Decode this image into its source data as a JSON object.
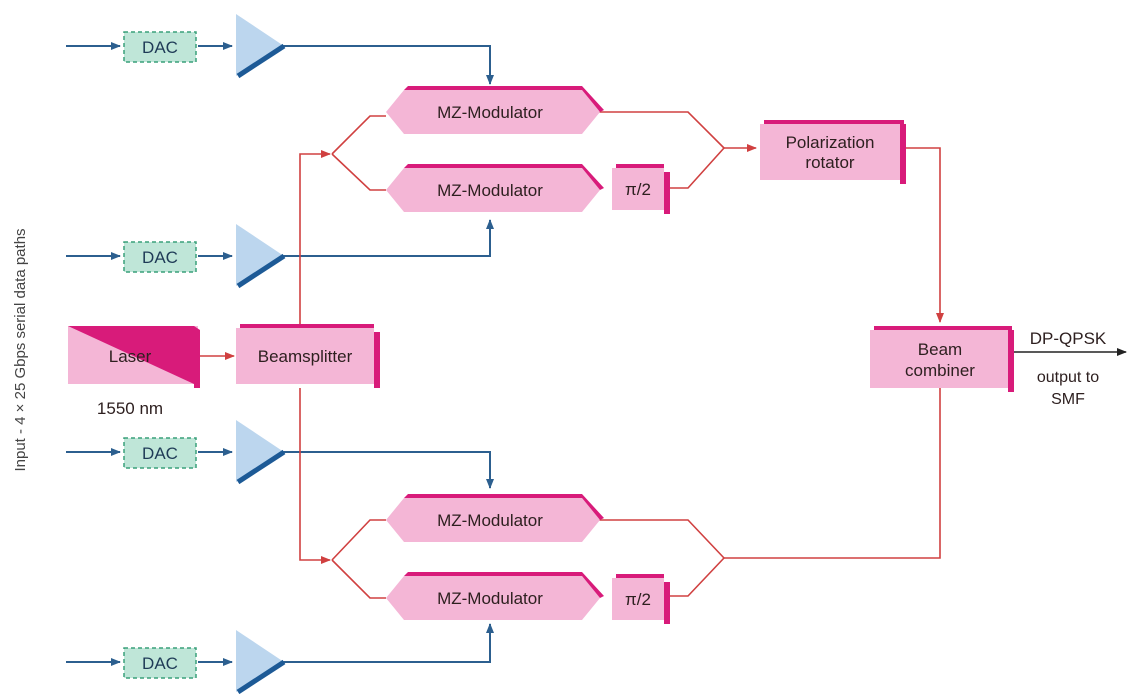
{
  "diagram": {
    "side_label": "Input - 4 × 25 Gbps serial data paths",
    "dac_label": "DAC",
    "laser": {
      "label": "Laser",
      "wavelength": "1550 nm"
    },
    "beamsplitter": "Beamsplitter",
    "modulator_label": "MZ-Modulator",
    "phase_label": "π/2",
    "polarization": {
      "line1": "Polarization",
      "line2": "rotator"
    },
    "combiner": {
      "line1": "Beam",
      "line2": "combiner"
    },
    "output": {
      "title": "DP-QPSK",
      "line1": "output to",
      "line2": "SMF"
    },
    "colors": {
      "block_fill": "#f4b6d6",
      "block_edge": "#d81b7a",
      "optical_line": "#d04040",
      "electrical_line": "#2c5f8f",
      "dac_fill": "#bfe6d8",
      "dac_border": "#3aa07a",
      "amp_fill": "#bcd6ee",
      "amp_edge": "#1d5a96"
    }
  }
}
